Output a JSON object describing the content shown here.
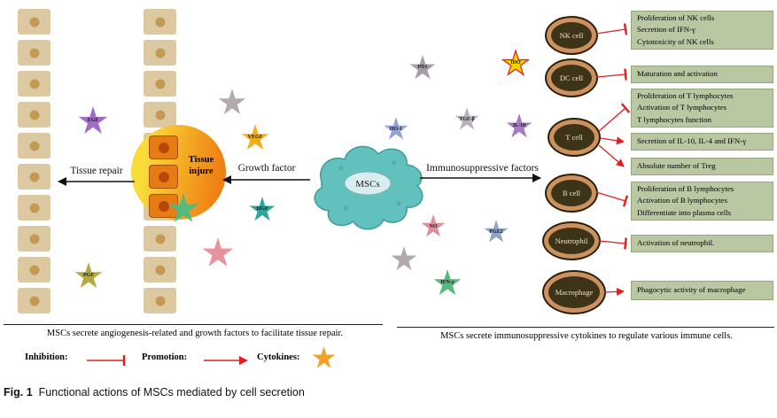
{
  "figure": {
    "fig_label": "Fig. 1",
    "fig_title": "Functional actions of MSCs mediated by cell secretion"
  },
  "left_panel": {
    "tissue_repair_label": "Tissue repair",
    "growth_factor_label": "Growth factor",
    "tissue_injure_label": "Tissue injure",
    "caption": "MSCs secrete angiogenesis-related and growth factors to facilitate tissue repair.",
    "growth_factors": [
      {
        "label": "EGF",
        "color": "#a06cc8"
      },
      {
        "label": "",
        "color": "#b4aaac"
      },
      {
        "label": "VEGF",
        "color": "#f1af1d"
      },
      {
        "label": "HGF",
        "color": "#2ca79f"
      },
      {
        "label": "",
        "color": "#55b97c"
      },
      {
        "label": "",
        "color": "#e9919d"
      },
      {
        "label": "PGF",
        "color": "#b2aa3f"
      }
    ]
  },
  "center": {
    "msc_label": "MSCs"
  },
  "right_panel": {
    "arrow_label": "Immunosuppressive factors",
    "caption": "MSCs secrete immunosuppressive cytokines  to regulate various immune cells.",
    "factors": [
      {
        "label": "PD1",
        "color": "#a79dad"
      },
      {
        "label": "IDO",
        "color": "#f5d303",
        "burst_color": "#e02020"
      },
      {
        "label": "HO-1",
        "color": "#90a5d6"
      },
      {
        "label": "TGF-β",
        "color": "#b9b1b9"
      },
      {
        "label": "IL-10",
        "color": "#a87cc4"
      },
      {
        "label": "NO",
        "color": "#e08f9c"
      },
      {
        "label": "PGE2",
        "color": "#8fa5c8"
      },
      {
        "label": "",
        "color": "#b4aaac"
      },
      {
        "label": "IFN-γ",
        "color": "#55b97c"
      }
    ],
    "cells": [
      {
        "name": "NK cell"
      },
      {
        "name": "DC cell"
      },
      {
        "name": "T cell"
      },
      {
        "name": "B cell"
      },
      {
        "name": "Neutrophil"
      },
      {
        "name": "Macrophage"
      }
    ],
    "effects": [
      {
        "relation": "inhibition",
        "lines": [
          "Proliferation  of NK cells",
          "Secretion of IFN-γ",
          "Cytotoxicity of NK cells"
        ]
      },
      {
        "relation": "inhibition",
        "lines": [
          "Maturation and activation"
        ]
      },
      {
        "relation": "inhibition",
        "lines": [
          "Proliferation  of T lymphocytes",
          "Activation of T lymphocytes",
          "T lymphocytes function"
        ]
      },
      {
        "relation": "promotion",
        "lines": [
          "Secretion of IL-10, IL-4 and IFN-γ"
        ]
      },
      {
        "relation": "promotion",
        "lines": [
          "Absolute number of Treg"
        ]
      },
      {
        "relation": "inhibition",
        "lines": [
          "Proliferation  of B lymphocytes",
          "Activation of B lymphocytes",
          "Differentiate into plasma cells"
        ]
      },
      {
        "relation": "inhibition",
        "lines": [
          "Activation of neutrophil."
        ]
      },
      {
        "relation": "promotion",
        "lines": [
          "Phagocytic activity of macrophage"
        ]
      }
    ]
  },
  "legend": {
    "inhibition_label": "Inhibition:",
    "promotion_label": "Promotion:",
    "cytokines_label": "Cytokines:",
    "inhibition_color": "#e02020",
    "promotion_color": "#e02020",
    "cytokine_star_color": "#f2a227"
  }
}
